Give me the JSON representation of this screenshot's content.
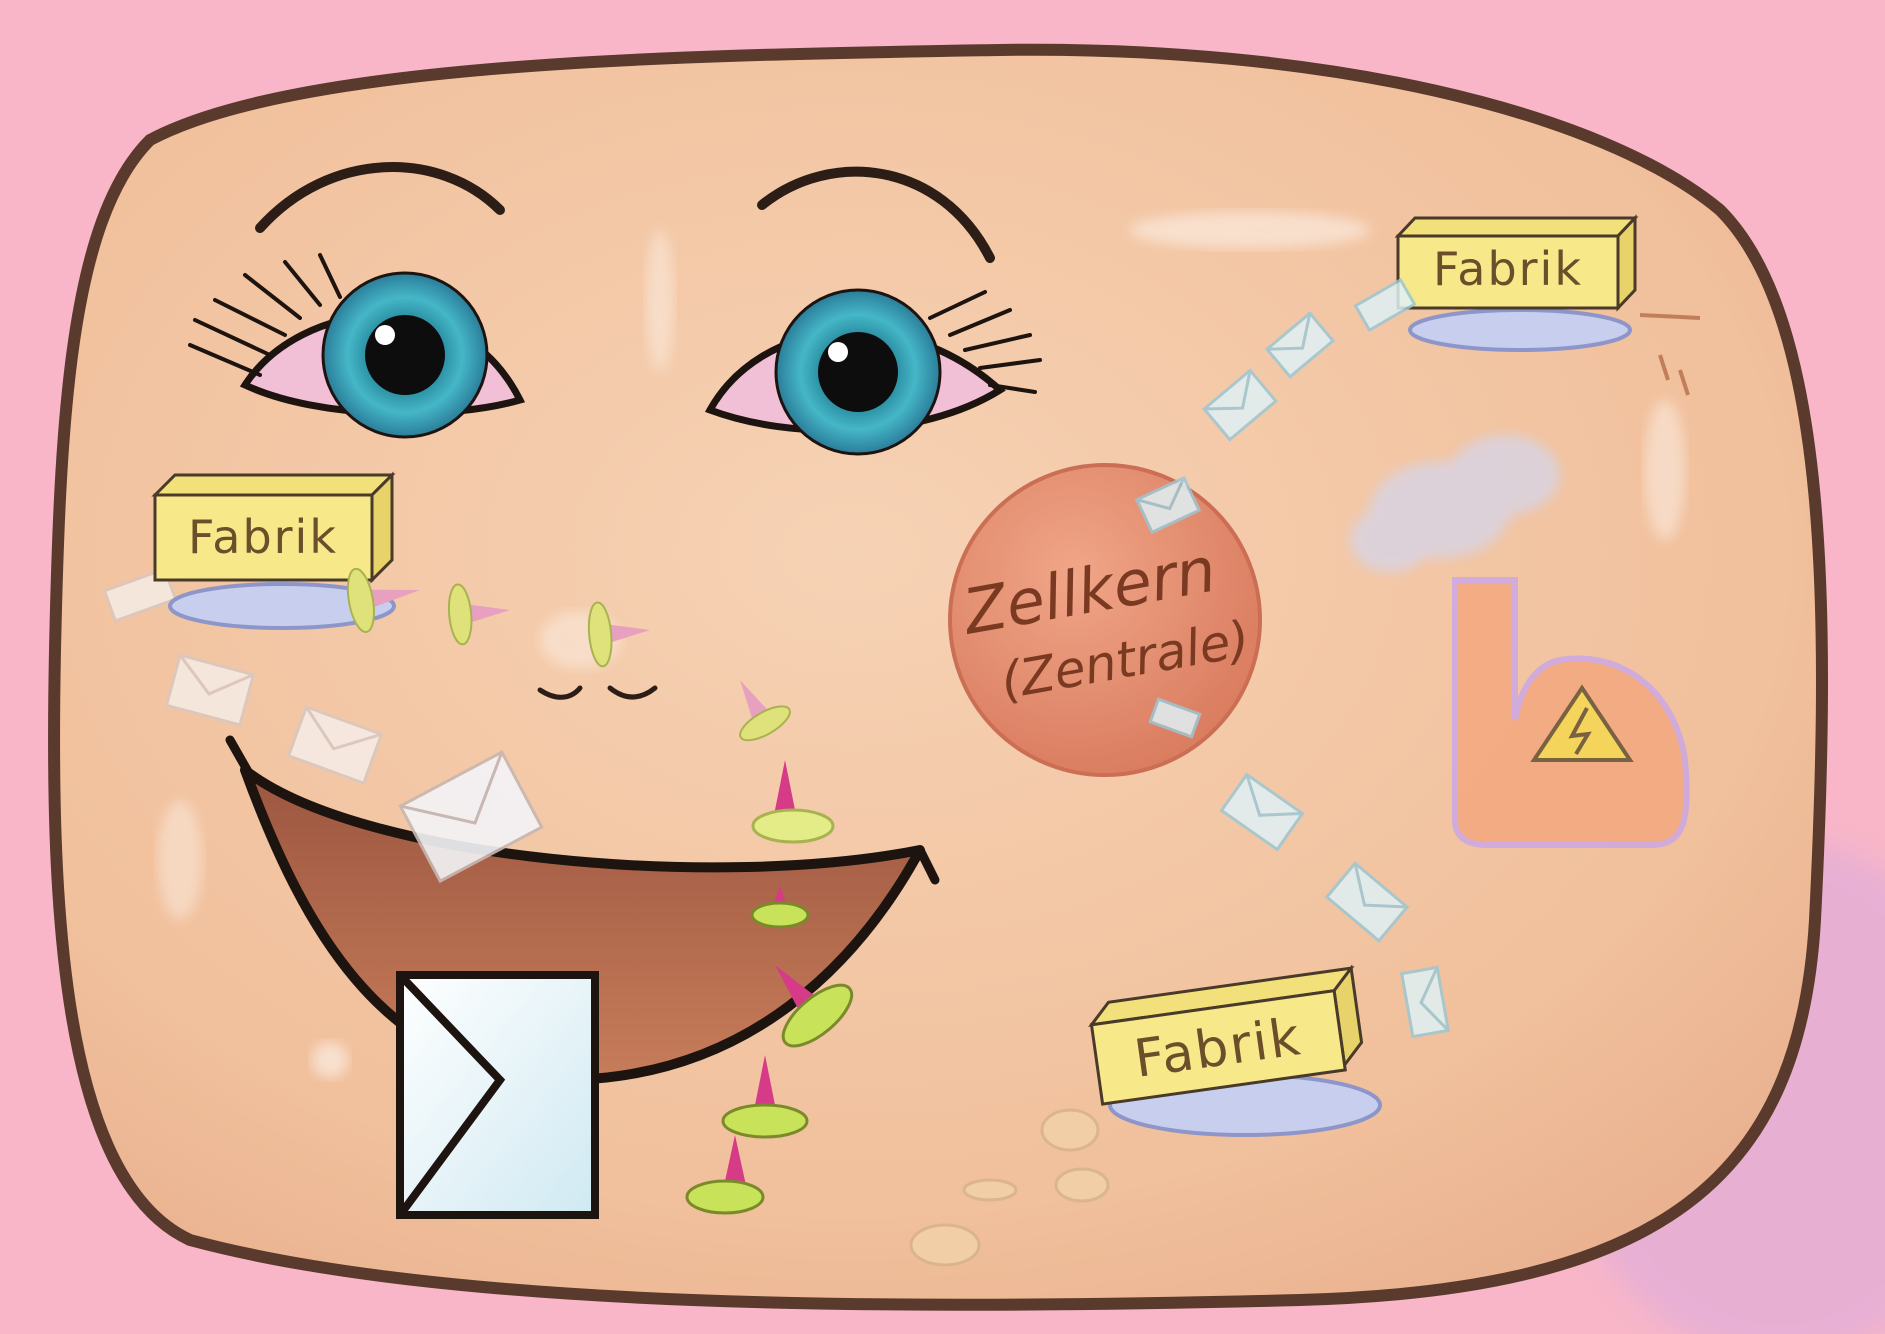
{
  "labels": {
    "factory_top_right": "Fabrik",
    "factory_left": "Fabrik",
    "factory_bottom": "Fabrik",
    "nucleus_line1": "Zellkern",
    "nucleus_line2": "(Zentrale)"
  },
  "colors": {
    "background": "#f8b6c8",
    "cell_fill": "#f3c6a4",
    "cell_outline": "#5a3a2c",
    "factory_box": "#f7e98a",
    "factory_base": "#c8cfee",
    "nucleus": "#e38a6c",
    "iris": "#2e9ab0",
    "trumpet": "#d63b88",
    "trumpet_bell": "#c8e25a",
    "envelope": "#dff1f6",
    "mouth": "#b86a4a"
  },
  "icons": {
    "power_plant": "power-plant-icon",
    "warning": "high-voltage-warning-icon",
    "envelope": "envelope-icon",
    "trumpet": "protein-trumpet-icon"
  }
}
